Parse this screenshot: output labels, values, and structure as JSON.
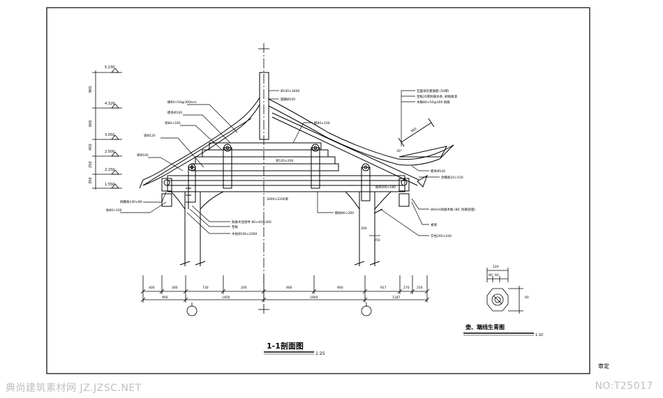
{
  "elevations": [
    {
      "label": "5.230"
    },
    {
      "label": "4.320"
    },
    {
      "label": "3.050"
    },
    {
      "label": "2.500"
    },
    {
      "label": "2.150"
    },
    {
      "label": "1.550"
    }
  ],
  "elevation_gaps": [
    "900",
    "600",
    "450",
    "250",
    "350"
  ],
  "callouts": {
    "post": "Ø140×3600",
    "ridge": "圆钢Ø100",
    "purlin_a": "檩条Ø100",
    "rafter_a": "椽80×50@300mm",
    "rafter_b": "檩80×100",
    "beam_a": "梁80×160",
    "beam_b": "梁Ø120",
    "beam_c": "梁Ø100",
    "eave_1": "挑檐枋140×80",
    "eave_2": "枋80×100",
    "right_1": "瓦面详见建施图 (50厚)",
    "right_2": "望板20厚防腐木条, 刷防腐漆",
    "right_3": "木椽80×50@300 防腐",
    "right_4": "80mm防腐木板 (80, 防腐处理)",
    "right_5": "檩条Ø140",
    "right_6": "封檐板20×150",
    "right_7": "雀替",
    "right_8": "方柱240×240",
    "bottom_1": "防腐木连接件 80×40@300",
    "bottom_2": "垫板",
    "bottom_3": "木柱Ø240×2400",
    "mid_beam": "梁120×200",
    "mid_tie": "额枋80×200",
    "mid_label": "3000×2200梁",
    "mid_right": "檩Ø160×180",
    "dim_slope": "800",
    "dim_angle": "30°",
    "dim_small": "300",
    "dim_post": "250"
  },
  "dims_top": [
    "400",
    "300",
    "730",
    "200",
    "900",
    "900",
    "917",
    "270",
    "250"
  ],
  "dims_bottom": [
    "900",
    "1400",
    "1900",
    "1187"
  ],
  "section_title": "1-1剖面图",
  "section_scale": "1:25",
  "detail": {
    "title": "壶、端线生青图",
    "scale": "1:10",
    "dim_top": "120",
    "dim_a": "80",
    "dim_b": "60",
    "dim_side": "60"
  },
  "stamp": "审定",
  "watermark_left": "典尚建筑素材网 JZ.JZSC.NET",
  "watermark_right": "NO:T25017"
}
